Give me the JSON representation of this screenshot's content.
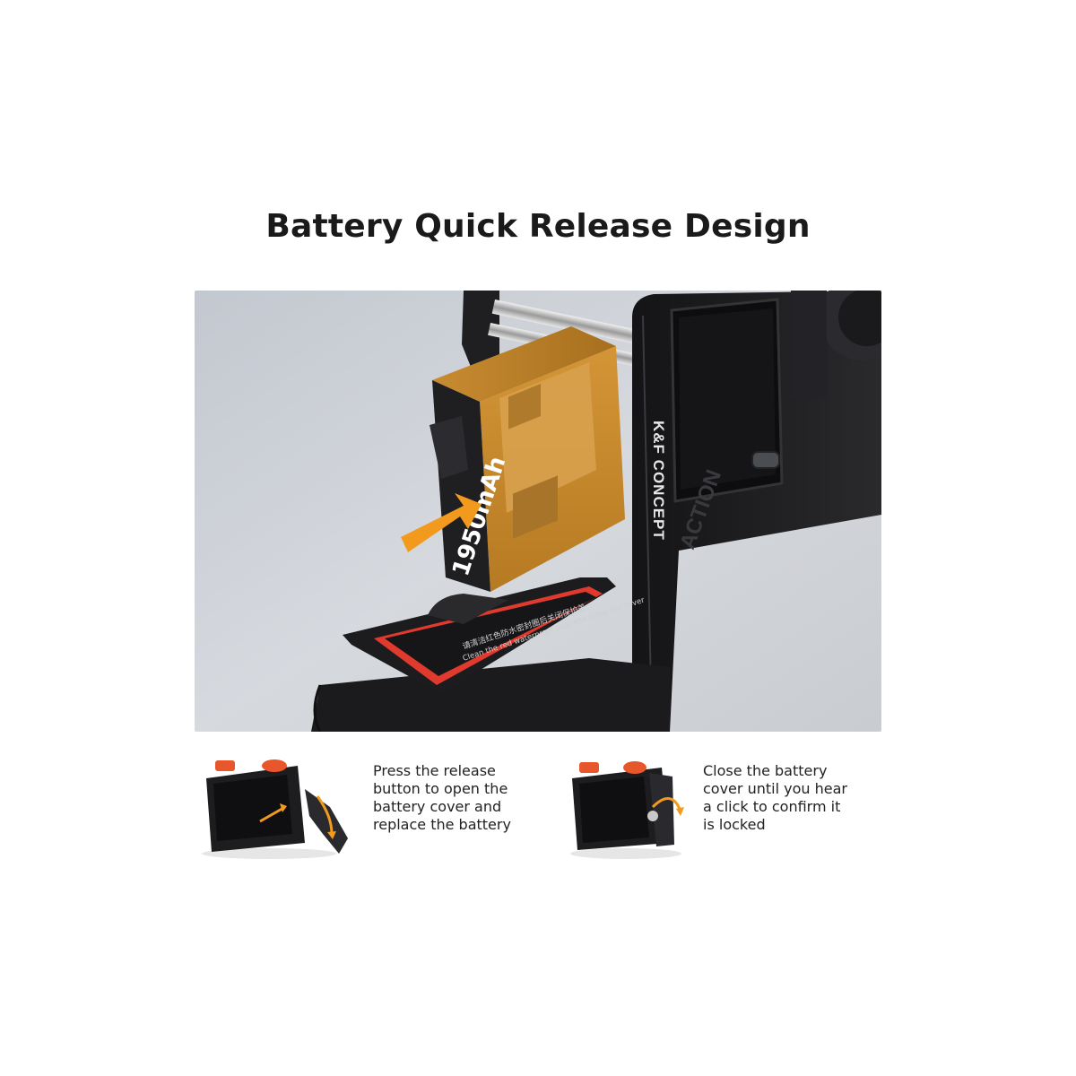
{
  "page": {
    "title": "Battery Quick Release Design"
  },
  "hero": {
    "battery_capacity": "1950mAh",
    "brand": "K&F CONCEPT",
    "camera_model": "ACTION",
    "seal_text_cn": "请清洁红色防水密封圈后关闭保护盖",
    "seal_text_en": "Clean the red waterproof seal and close the cover",
    "colors": {
      "battery": "#c98a2e",
      "arrow": "#f29a1e",
      "cage": "#1c1c1e",
      "seal": "#e03a2e",
      "background": "#cfd3d8"
    }
  },
  "steps": [
    {
      "text": "Press the release\nbutton to open the\nbattery cover and\nreplace the battery",
      "icon": "open-cover-arrow-icon"
    },
    {
      "text": "Close the battery\ncover until you hear\na click to confirm it\nis locked",
      "icon": "close-cover-arrow-icon"
    }
  ]
}
